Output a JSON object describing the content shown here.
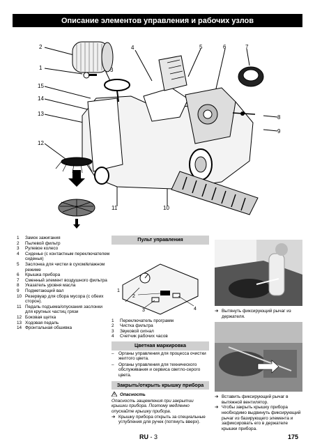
{
  "header": {
    "title": "Описание элементов управления и рабочих узлов"
  },
  "callouts": {
    "c1": "1",
    "c2": "2",
    "c3": "3",
    "c4": "4",
    "c5": "5",
    "c6": "6",
    "c7": "7",
    "c8": "8",
    "c9": "9",
    "c10": "10",
    "c11": "11",
    "c12": "12",
    "c13": "13",
    "c14": "14",
    "c15": "15"
  },
  "legend": [
    {
      "num": "1",
      "text": "Замок зажигания"
    },
    {
      "num": "2",
      "text": "Пылевой фильтр"
    },
    {
      "num": "3",
      "text": "Рулевое колесо"
    },
    {
      "num": "4",
      "text": "Сиденье (с контактным переключателем сиденья)"
    },
    {
      "num": "5",
      "text": "Заслонка для чистки в сухом/влажном режиме"
    },
    {
      "num": "6",
      "text": "Крышка прибора"
    },
    {
      "num": "7",
      "text": "Сменный элемент воздушного фильтра"
    },
    {
      "num": "8",
      "text": "Указатель уровня масла"
    },
    {
      "num": "9",
      "text": "Подметающий вал"
    },
    {
      "num": "10",
      "text": "Резервуар для сбора мусора (с обеих сторон)."
    },
    {
      "num": "11",
      "text": "Педаль подъема/опускания заслонки для крупных частиц грязи"
    },
    {
      "num": "12",
      "text": "Боковая щетка"
    },
    {
      "num": "13",
      "text": "Ходовая педаль"
    },
    {
      "num": "14",
      "text": "Фронтальная обшивка"
    }
  ],
  "control_panel": {
    "heading": "Пульт управления",
    "callouts": {
      "p1": "1",
      "p2": "2",
      "p3": "3",
      "p4": "4"
    },
    "items": [
      {
        "num": "1",
        "text": "Переключатель программ"
      },
      {
        "num": "2",
        "text": "Чистка фильтра"
      },
      {
        "num": "3",
        "text": "Звуковой сигнал"
      },
      {
        "num": "4",
        "text": "Счетчик рабочих часов"
      }
    ]
  },
  "color_marking": {
    "heading": "Цветная маркировка",
    "items": [
      "Органы управления для процесса очистки желтого цвета.",
      "Органы управления для технического обслуживания и сервиса светло-серого цвета."
    ]
  },
  "cover": {
    "heading": "Закрыть/открыть крышку прибора",
    "danger_title": "Опасность",
    "danger_text": "Опасность защемления при закрытии крышки прибора. Поэтому медленно опускайте крышку прибора.",
    "step": "Крышку прибора открыть за специальные углубления для ручек (потянуть вверх)."
  },
  "right_column": {
    "step1": "Вытянуть фиксирующий рычаг из держателя.",
    "step2": "Вставить фиксирующий рычаг в вытяжной вентилятор.",
    "step3": "Чтобы закрыть крышку прибора необходимо выдвинуть фиксирующий рычаг из базирующего элемента и зафиксировать его в держателе крышки прибора."
  },
  "footer": {
    "lang": "RU",
    "page_short": "- 3",
    "page": "175"
  }
}
